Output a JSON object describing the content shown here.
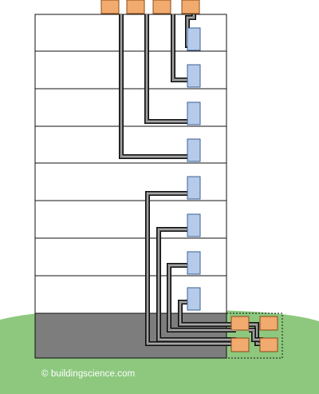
{
  "building": {
    "floors_above_grade": 8,
    "basement_levels": 1,
    "units_per_floor": 1
  },
  "equipment": {
    "roof_units": 4,
    "basement_units": 4,
    "riser_lines_per_run": 3
  },
  "colors": {
    "ground": "#8dc87e",
    "basement": "#7d7d7d",
    "floor_fill": "#ffffff",
    "outline": "#111111",
    "unit_fill": "#b6cbe9",
    "unit_stroke": "#3b5f95",
    "equipment_fill": "#f2ab6e",
    "equipment_stroke": "#8a4a18",
    "duct_dark": "#111111",
    "duct_light": "#ffffff"
  },
  "credit": "© buildingscience.com"
}
